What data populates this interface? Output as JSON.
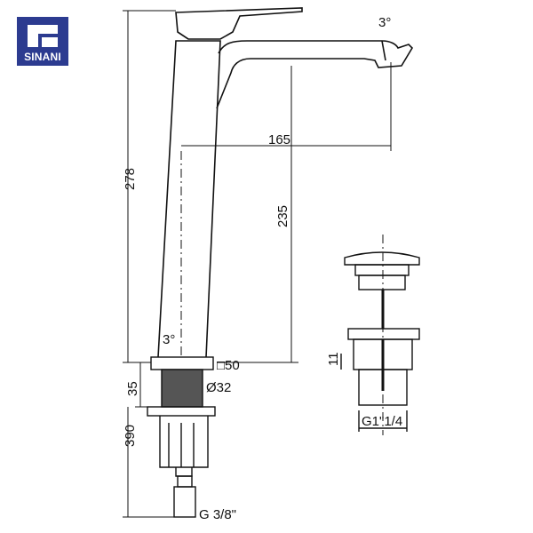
{
  "brand": {
    "name": "SINANI",
    "color": "#2c3b90"
  },
  "dimensions": {
    "total_height": "278",
    "spout_reach": "165",
    "spout_height": "235",
    "hole_depth": "35",
    "hose_length": "390",
    "base_square": "□50",
    "hole_diameter": "Ø32",
    "inlet_thread": "G 3/8\"",
    "spout_angle": "3°",
    "body_angle": "3°",
    "waste_flange": "11",
    "waste_thread": "G1\"1/4"
  },
  "icons": {
    "logo": "sinani-logo-icon"
  }
}
